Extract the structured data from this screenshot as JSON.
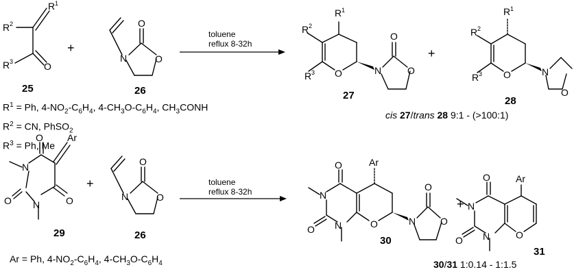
{
  "compounds": {
    "c25": "25",
    "c26": "26",
    "c27": "27",
    "c28": "28",
    "c29": "29",
    "c30": "30",
    "c31": "31"
  },
  "atoms": {
    "O": "O",
    "N": "N",
    "Ar": "Ar",
    "R": "R",
    "one": "1",
    "two": "2",
    "three": "3"
  },
  "operators": {
    "plus": "+"
  },
  "reaction1": {
    "solvent": "toluene",
    "conditions": "reflux 8-32h"
  },
  "reaction2": {
    "solvent": "toluene",
    "conditions": "reflux 8-32h"
  },
  "substituents": {
    "r1_prefix": "R",
    "r1_sup": "1",
    "r1_value": " = Ph, 4-NO",
    "r1_sub1": "2",
    "r1_value2": "-C",
    "r1_sub2": "6",
    "r1_value3": "H",
    "r1_sub3": "4",
    "r1_value4": ", 4-CH",
    "r1_sub4": "3",
    "r1_value5": "O-C",
    "r1_sub5": "6",
    "r1_value6": "H",
    "r1_sub6": "4",
    "r1_value7": ", CH",
    "r1_sub7": "3",
    "r1_value8": "CONH",
    "r2_prefix": "R",
    "r2_sup": "2",
    "r2_value": " = CN, PhSO",
    "r2_sub": "2",
    "r3_prefix": "R",
    "r3_sup": "3",
    "r3_value": " = Ph, Me",
    "ar_prefix": "Ar = Ph, 4-NO",
    "ar_sub1": "2",
    "ar_value2": "-C",
    "ar_sub2": "6",
    "ar_value3": "H",
    "ar_sub3": "4",
    "ar_value4": ", 4-CH",
    "ar_sub4": "3",
    "ar_value5": "O-C",
    "ar_sub5": "6",
    "ar_value6": "H",
    "ar_sub6": "4"
  },
  "ratio1": {
    "cis": "cis",
    "num27": "27",
    "slash": "/",
    "trans": "trans",
    "num28": "28",
    "value": " 9:1 - (>100:1)"
  },
  "ratio2": {
    "num30": "30",
    "slash": "/",
    "num31": "31",
    "value": " 1:0.14 - 1:1.5"
  }
}
